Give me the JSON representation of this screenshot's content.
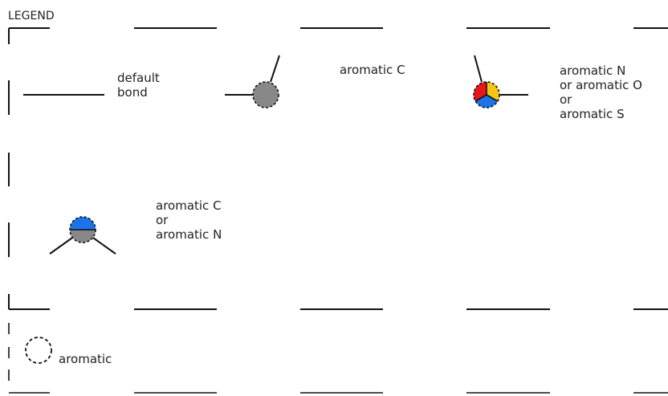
{
  "legend": {
    "title": "LEGEND",
    "items": {
      "default_bond": [
        "default",
        "bond"
      ],
      "aromatic_c": [
        "aromatic C"
      ],
      "aromatic_nos": [
        "aromatic N",
        "or aromatic O",
        "or",
        "aromatic S"
      ],
      "aromatic_c_or_n": [
        "aromatic C",
        "or",
        "aromatic N"
      ],
      "aromatic": [
        "aromatic"
      ]
    }
  },
  "colors": {
    "line": "#111111",
    "carbon_gray": "#888888",
    "nitrogen_blue": "#1a73e8",
    "oxygen_red": "#e8161b",
    "sulfur_yellow": "#f5c518"
  }
}
